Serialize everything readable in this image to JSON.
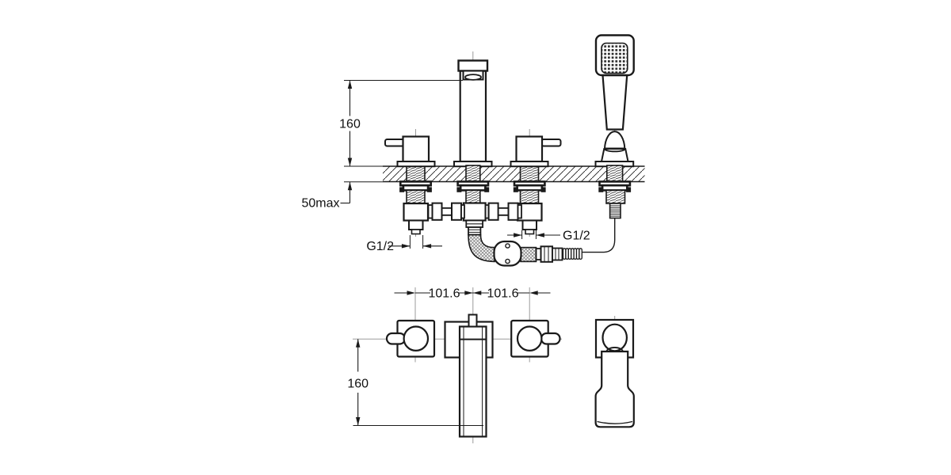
{
  "drawing": {
    "kind": "technical-dimension-drawing",
    "labels": {
      "front_height": "160",
      "deck_max": "50max",
      "thread_left": "G1/2",
      "thread_right": "G1/2",
      "spacing_left": "101.6",
      "spacing_right": "101.6",
      "plan_reach": "160"
    },
    "colors": {
      "line": "#1a1a1a",
      "centerline": "#9b9b9b",
      "background": "#ffffff"
    }
  }
}
